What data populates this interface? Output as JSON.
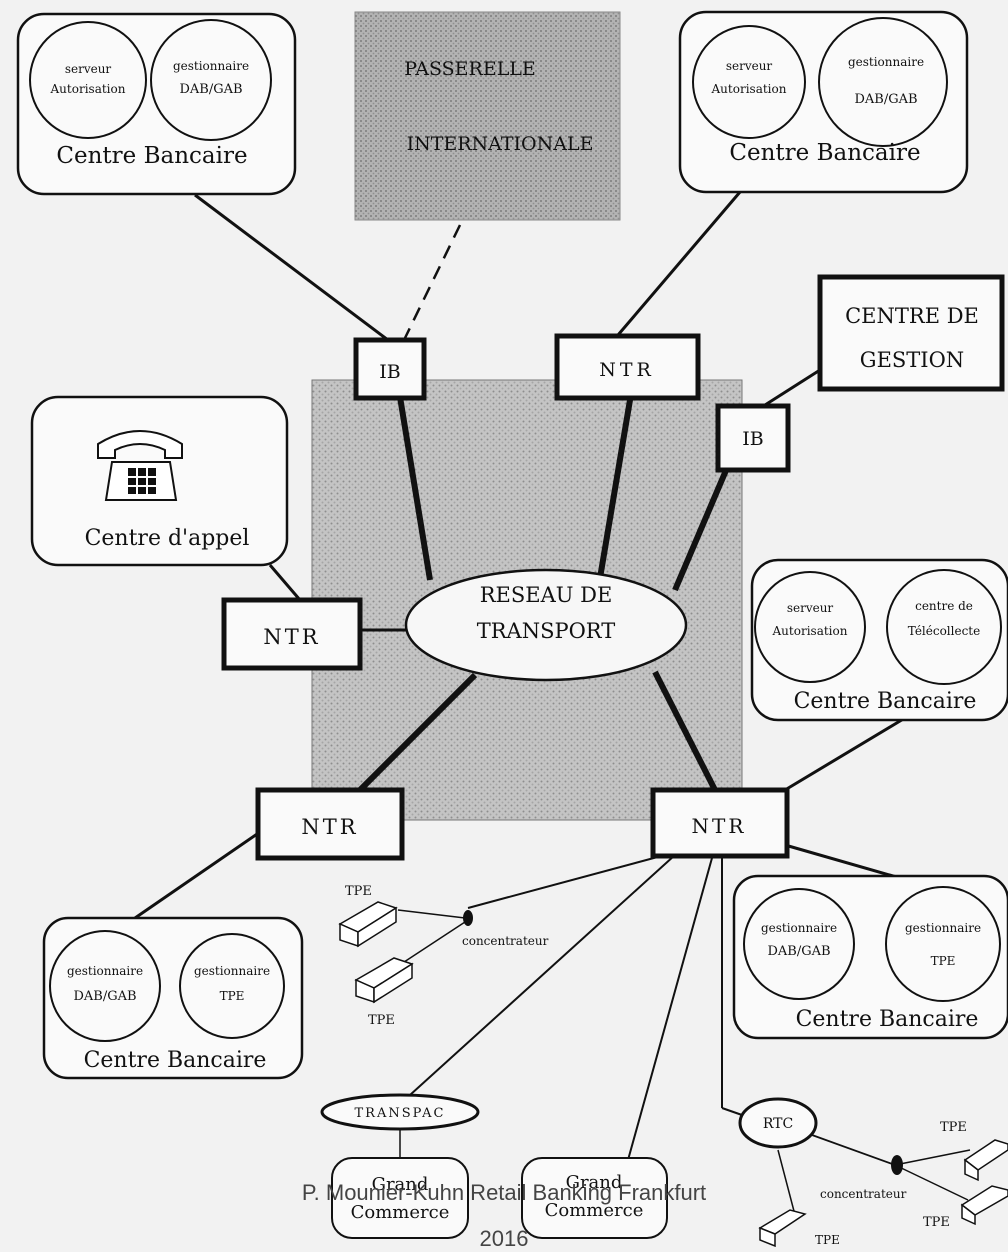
{
  "passerelle": {
    "line1": "PASSERELLE",
    "line2": "INTERNATIONALE"
  },
  "centre_gestion": {
    "line1": "CENTRE DE",
    "line2": "GESTION"
  },
  "reseau": {
    "line1": "RESEAU DE",
    "line2": "TRANSPORT"
  },
  "nodes": {
    "ib_top": "IB",
    "ntr_top": "NTR",
    "ib_right": "IB",
    "ntr_left": "NTR",
    "ntr_bottom_left": "NTR",
    "ntr_bottom_right": "NTR"
  },
  "centre_appel": {
    "label": "Centre d'appel"
  },
  "banks": {
    "top_left": {
      "c1_l1": "serveur",
      "c1_l2": "Autorisation",
      "c2_l1": "gestionnaire",
      "c2_l2": "DAB/GAB",
      "label": "Centre Bancaire"
    },
    "top_right": {
      "c1_l1": "serveur",
      "c1_l2": "Autorisation",
      "c2_l1": "gestionnaire",
      "c2_l2": "DAB/GAB",
      "label": "Centre Bancaire"
    },
    "mid_right": {
      "c1_l1": "serveur",
      "c1_l2": "Autorisation",
      "c2_l1": "centre de",
      "c2_l2": "Télécollecte",
      "label": "Centre Bancaire"
    },
    "bottom_right": {
      "c1_l1": "gestionnaire",
      "c1_l2": "DAB/GAB",
      "c2_l1": "gestionnaire",
      "c2_l2": "TPE",
      "label": "Centre Bancaire"
    },
    "bottom_left": {
      "c1_l1": "gestionnaire",
      "c1_l2": "DAB/GAB",
      "c2_l1": "gestionnaire",
      "c2_l2": "TPE",
      "label": "Centre Bancaire"
    }
  },
  "terminals": {
    "tpe": "TPE",
    "concentrateur": "concentrateur",
    "transpac": "TRANSPAC",
    "rtc": "RTC"
  },
  "grand_commerce": {
    "line1": "Grand",
    "line2": "Commerce"
  },
  "footer": {
    "line1": "P. Mounier-Kuhn Retail Banking Frankfurt",
    "line2": "2016"
  }
}
